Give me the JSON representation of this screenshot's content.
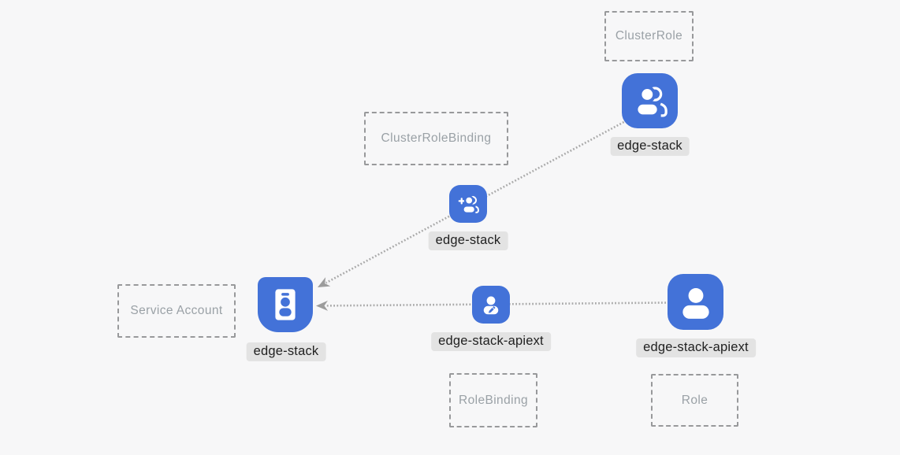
{
  "kind_boxes": {
    "cluster_role": "ClusterRole",
    "cluster_role_binding": "ClusterRoleBinding",
    "service_account": "Service Account",
    "role_binding": "RoleBinding",
    "role": "Role"
  },
  "nodes": {
    "cluster_role": {
      "label": "edge-stack",
      "icon": "users-icon"
    },
    "cluster_role_binding": {
      "label": "edge-stack",
      "icon": "user-plus-icon"
    },
    "service_account": {
      "label": "edge-stack",
      "icon": "id-badge-icon"
    },
    "role_binding": {
      "label": "edge-stack-apiext",
      "icon": "user-edit-icon"
    },
    "role": {
      "label": "edge-stack-apiext",
      "icon": "user-icon"
    }
  },
  "colors": {
    "background": "#f7f7f8",
    "icon_blue": "#4372d8",
    "label_pill_bg": "#e3e3e3",
    "label_pill_text": "#212121",
    "dashed_box_border": "#98999b",
    "dashed_box_text": "#9aa1a6",
    "connector_dots": "#a9a9a9",
    "arrowhead": "#9c9c9c"
  }
}
